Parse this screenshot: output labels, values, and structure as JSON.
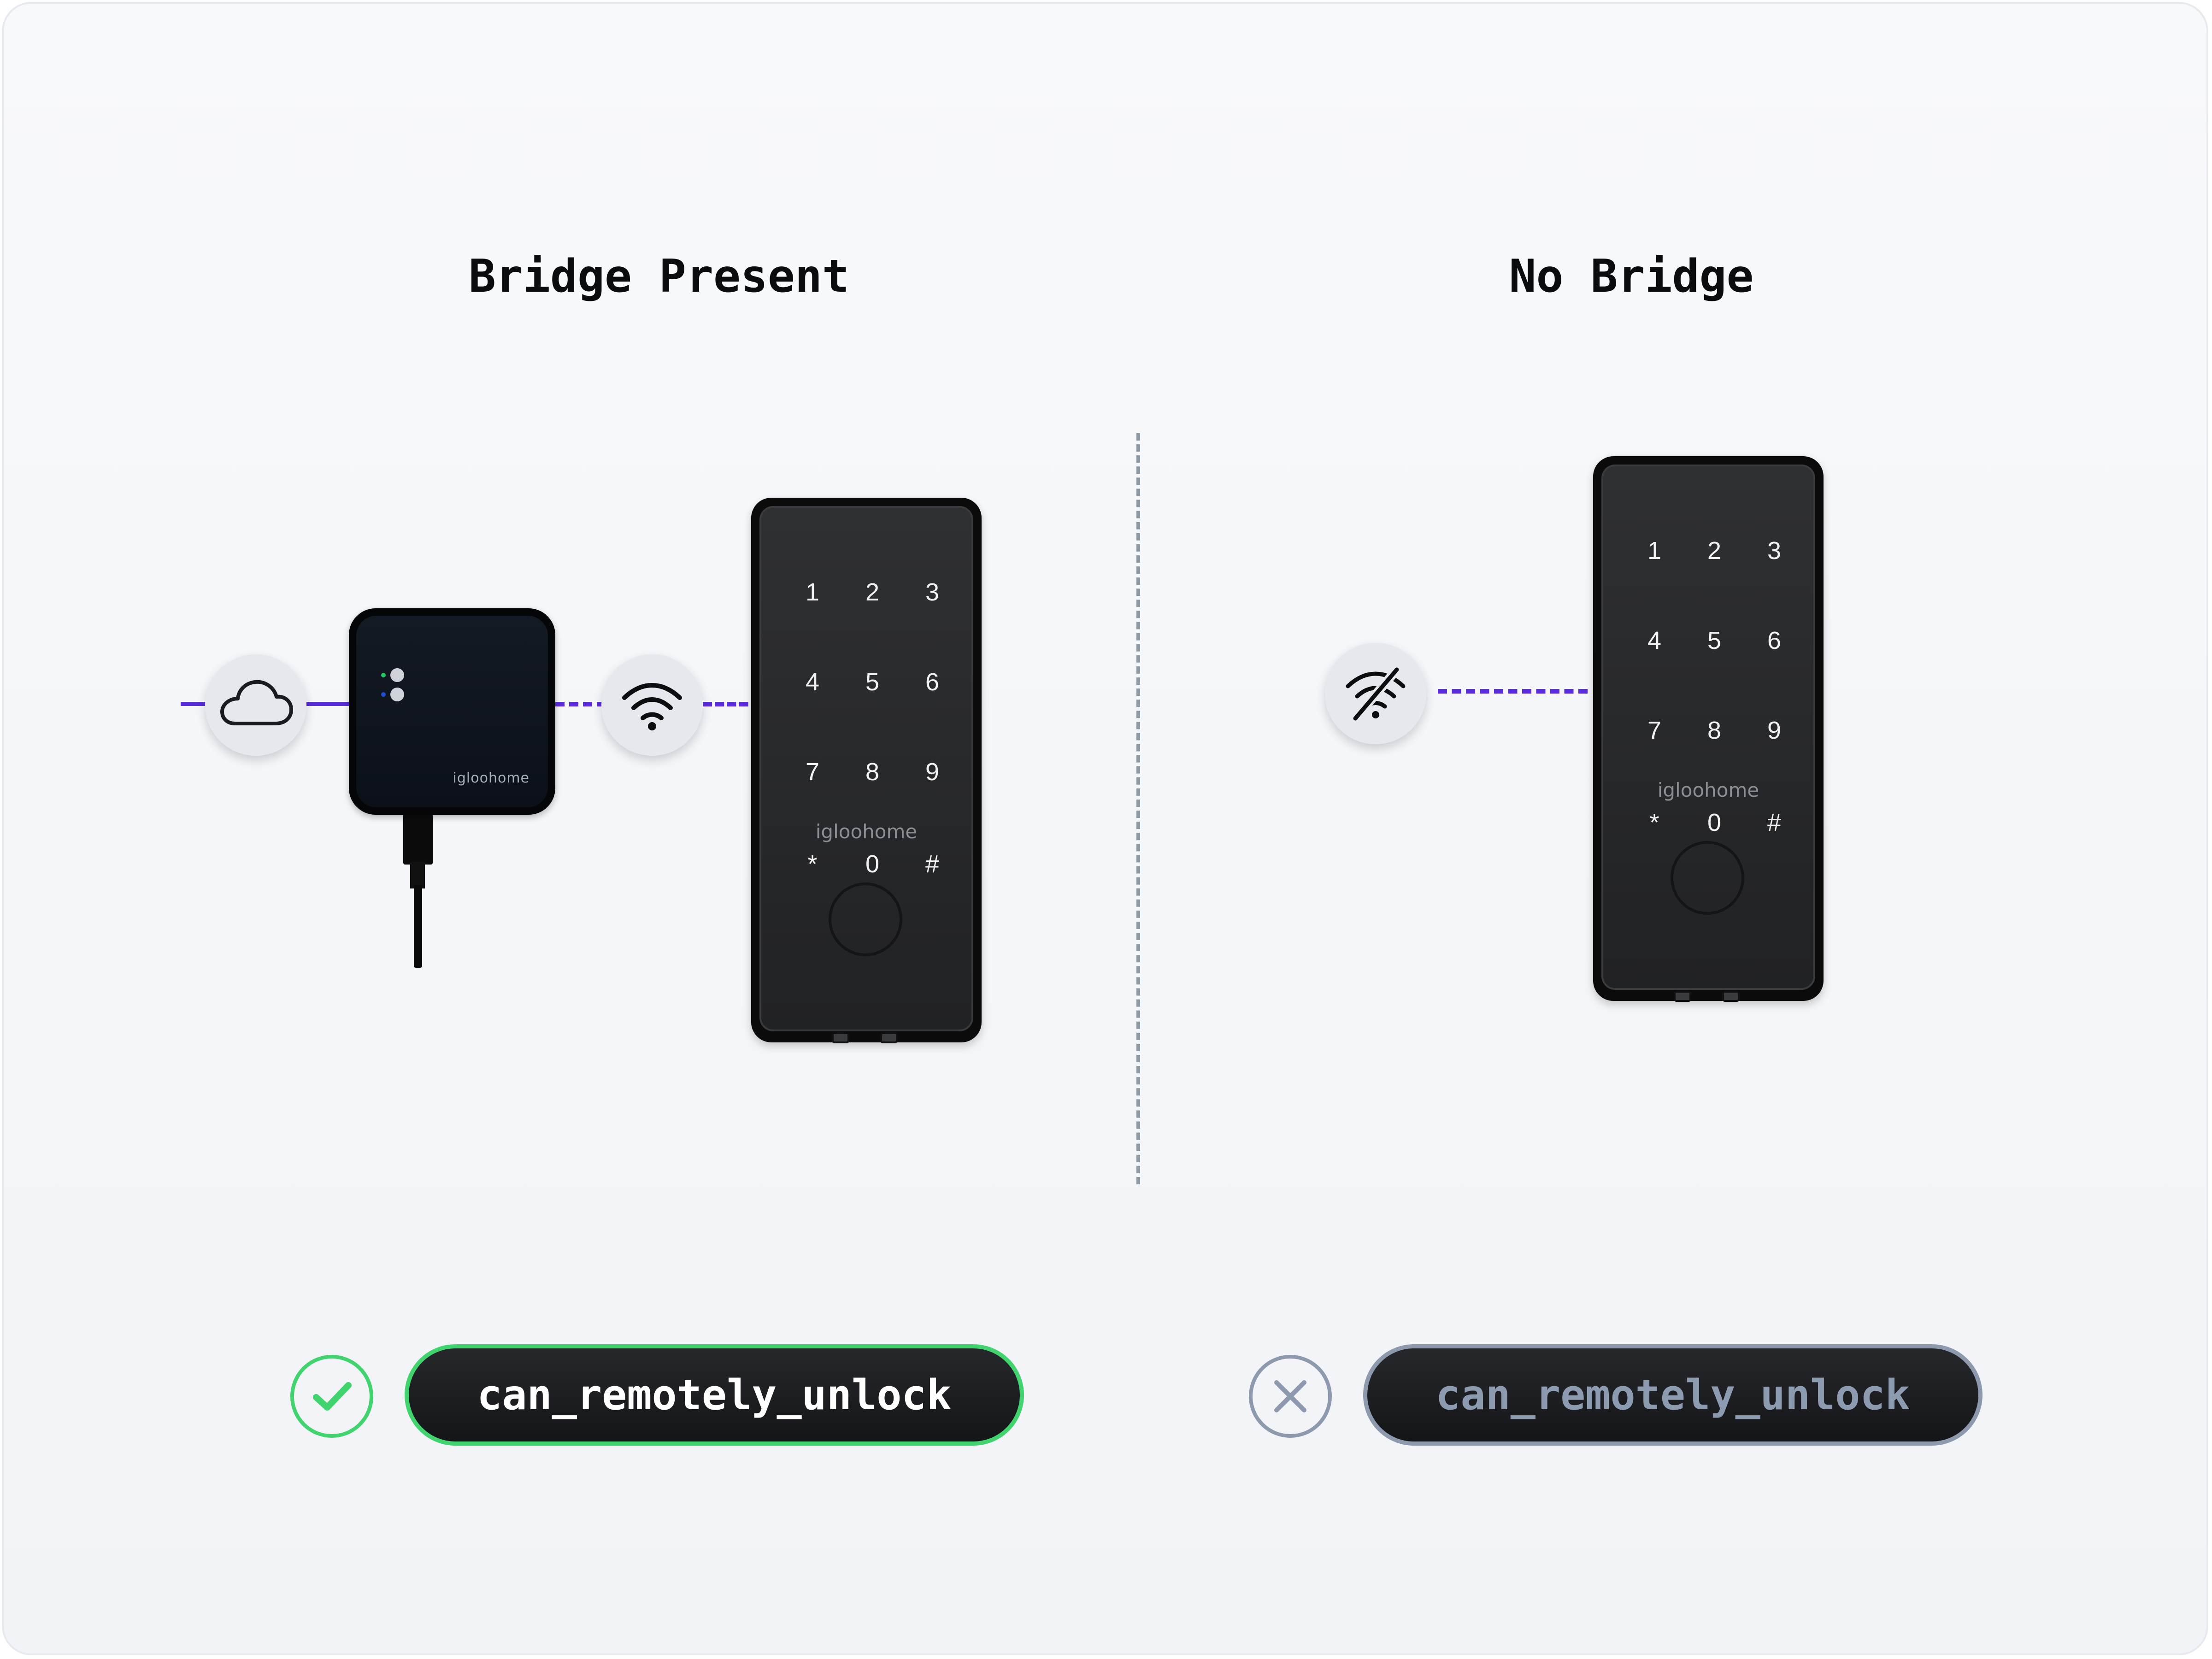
{
  "headings": {
    "left": "Bridge Present",
    "right": "No Bridge"
  },
  "bridge_device": {
    "brand": "igloohome"
  },
  "lock_left": {
    "keys": [
      "1",
      "2",
      "3",
      "4",
      "5",
      "6",
      "7",
      "8",
      "9",
      "*",
      "0",
      "#"
    ],
    "brand": "igloohome"
  },
  "lock_right": {
    "keys": [
      "1",
      "2",
      "3",
      "4",
      "5",
      "6",
      "7",
      "8",
      "9",
      "*",
      "0",
      "#"
    ],
    "brand": "igloohome"
  },
  "capabilities": {
    "left": {
      "label": "can_remotely_unlock",
      "status": "enabled",
      "status_icon": "check-icon",
      "color": "#41d36e"
    },
    "right": {
      "label": "can_remotely_unlock",
      "status": "disabled",
      "status_icon": "x-icon",
      "color": "#8d9aae"
    }
  },
  "icons": {
    "cloud": "cloud-icon",
    "wifi": "wifi-icon",
    "wifi_off": "wifi-off-icon"
  },
  "colors": {
    "connection_line": "#5b2be0",
    "divider": "#8e98a3",
    "background": "#f4f6f9"
  }
}
